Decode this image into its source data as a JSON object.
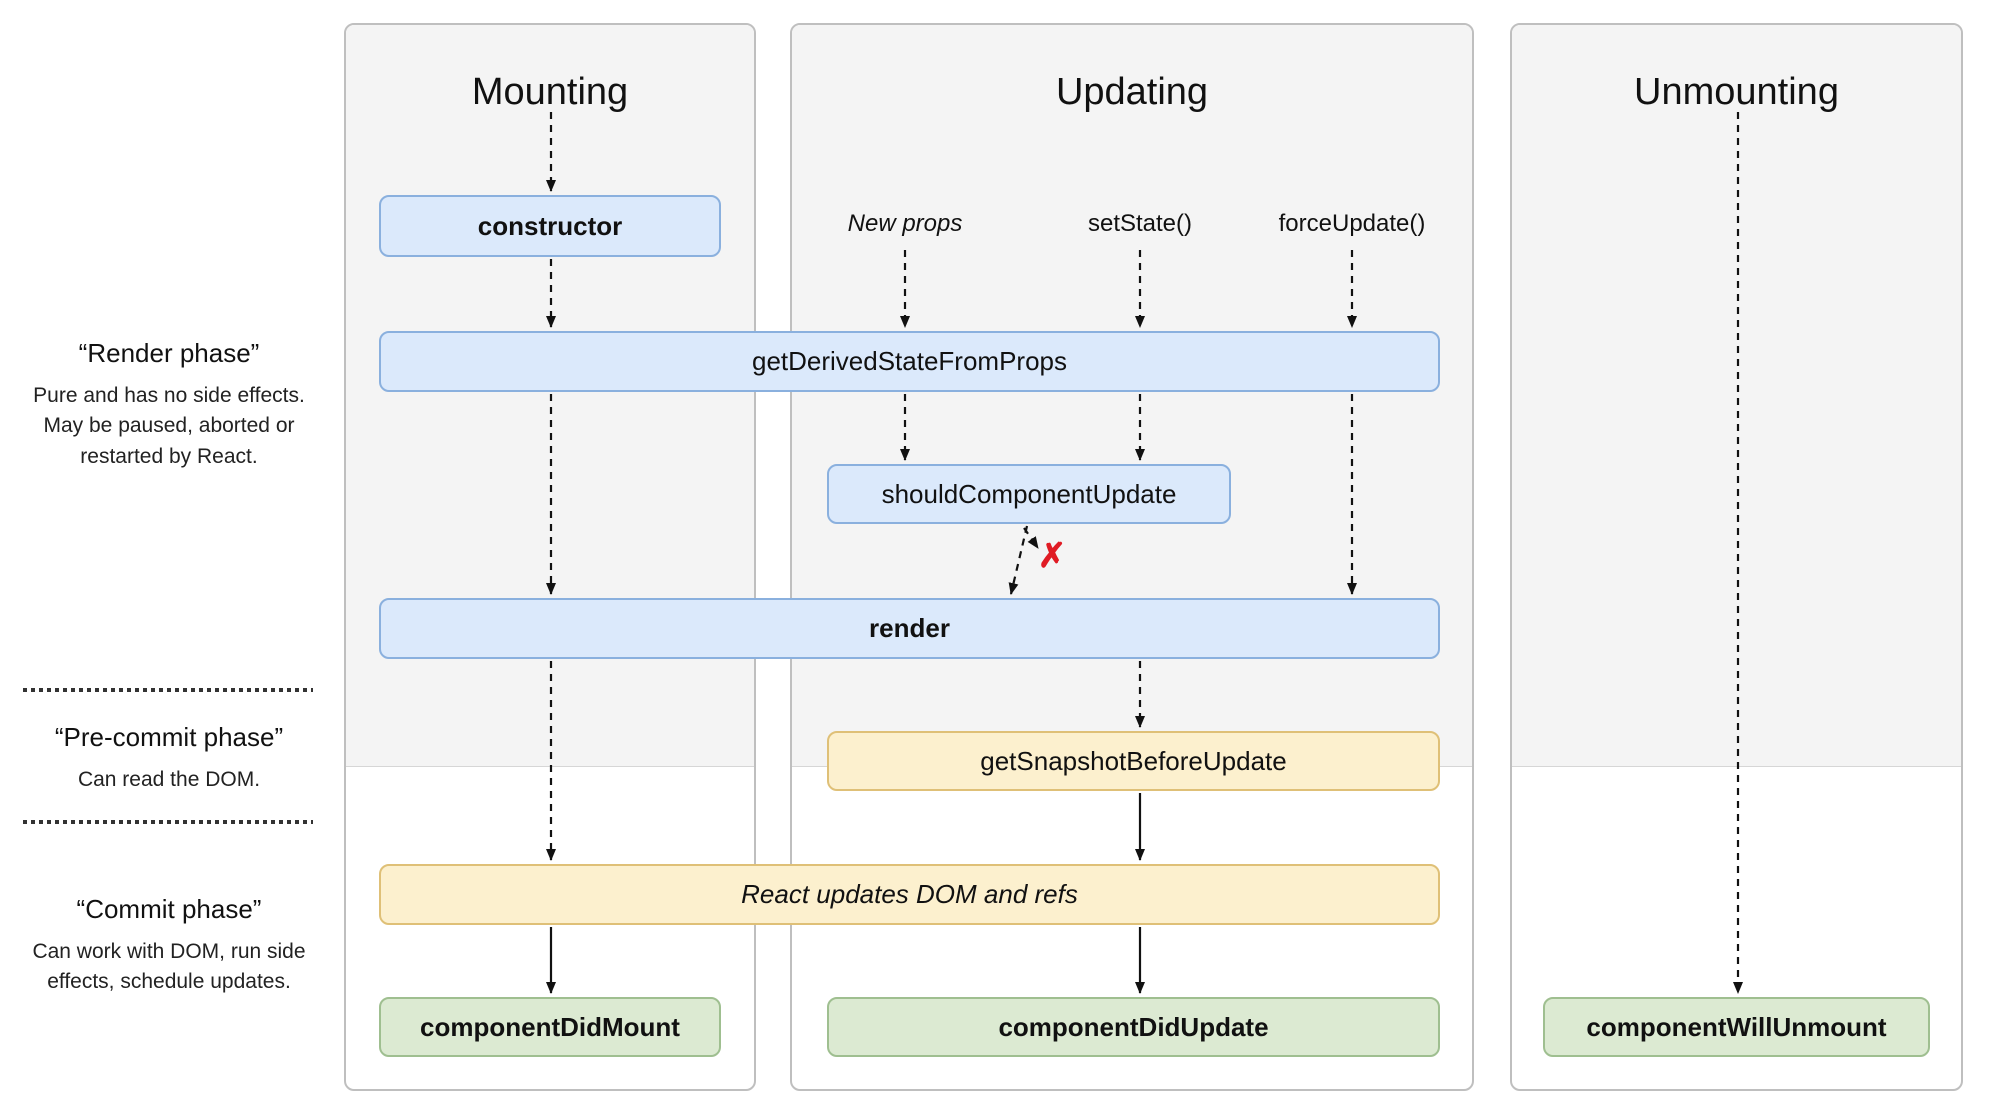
{
  "diagram": {
    "columns": [
      {
        "title": "Mounting"
      },
      {
        "title": "Updating"
      },
      {
        "title": "Unmounting"
      }
    ],
    "phases": [
      {
        "title": "“Render phase”",
        "description": "Pure and has no side effects. May be paused, aborted or restarted by React."
      },
      {
        "title": "“Pre-commit phase”",
        "description": "Can read the DOM."
      },
      {
        "title": "“Commit phase”",
        "description": "Can work with DOM, run side effects, schedule updates."
      }
    ],
    "triggers": [
      {
        "label": "New props"
      },
      {
        "label": "setState()"
      },
      {
        "label": "forceUpdate()"
      }
    ],
    "nodes": {
      "constructor": {
        "label": "constructor"
      },
      "get_derived_state_from_props": {
        "label": "getDerivedStateFromProps"
      },
      "should_component_update": {
        "label": "shouldComponentUpdate"
      },
      "render": {
        "label": "render"
      },
      "get_snapshot_before_update": {
        "label": "getSnapshotBeforeUpdate"
      },
      "react_updates": {
        "label": "React updates DOM and refs"
      },
      "component_did_mount": {
        "label": "componentDidMount"
      },
      "component_did_update": {
        "label": "componentDidUpdate"
      },
      "component_will_unmount": {
        "label": "componentWillUnmount"
      }
    },
    "marks": {
      "cancel": "✗"
    },
    "colors": {
      "lifecycle_box_fill": "#dbe9fb",
      "lifecycle_box_border": "#8ab0de",
      "side_effect_box_fill": "#fcf0ce",
      "side_effect_box_border": "#dfc077",
      "commit_box_fill": "#dcead2",
      "commit_box_border": "#9fbf90",
      "cancel_mark": "#e01b24"
    }
  }
}
